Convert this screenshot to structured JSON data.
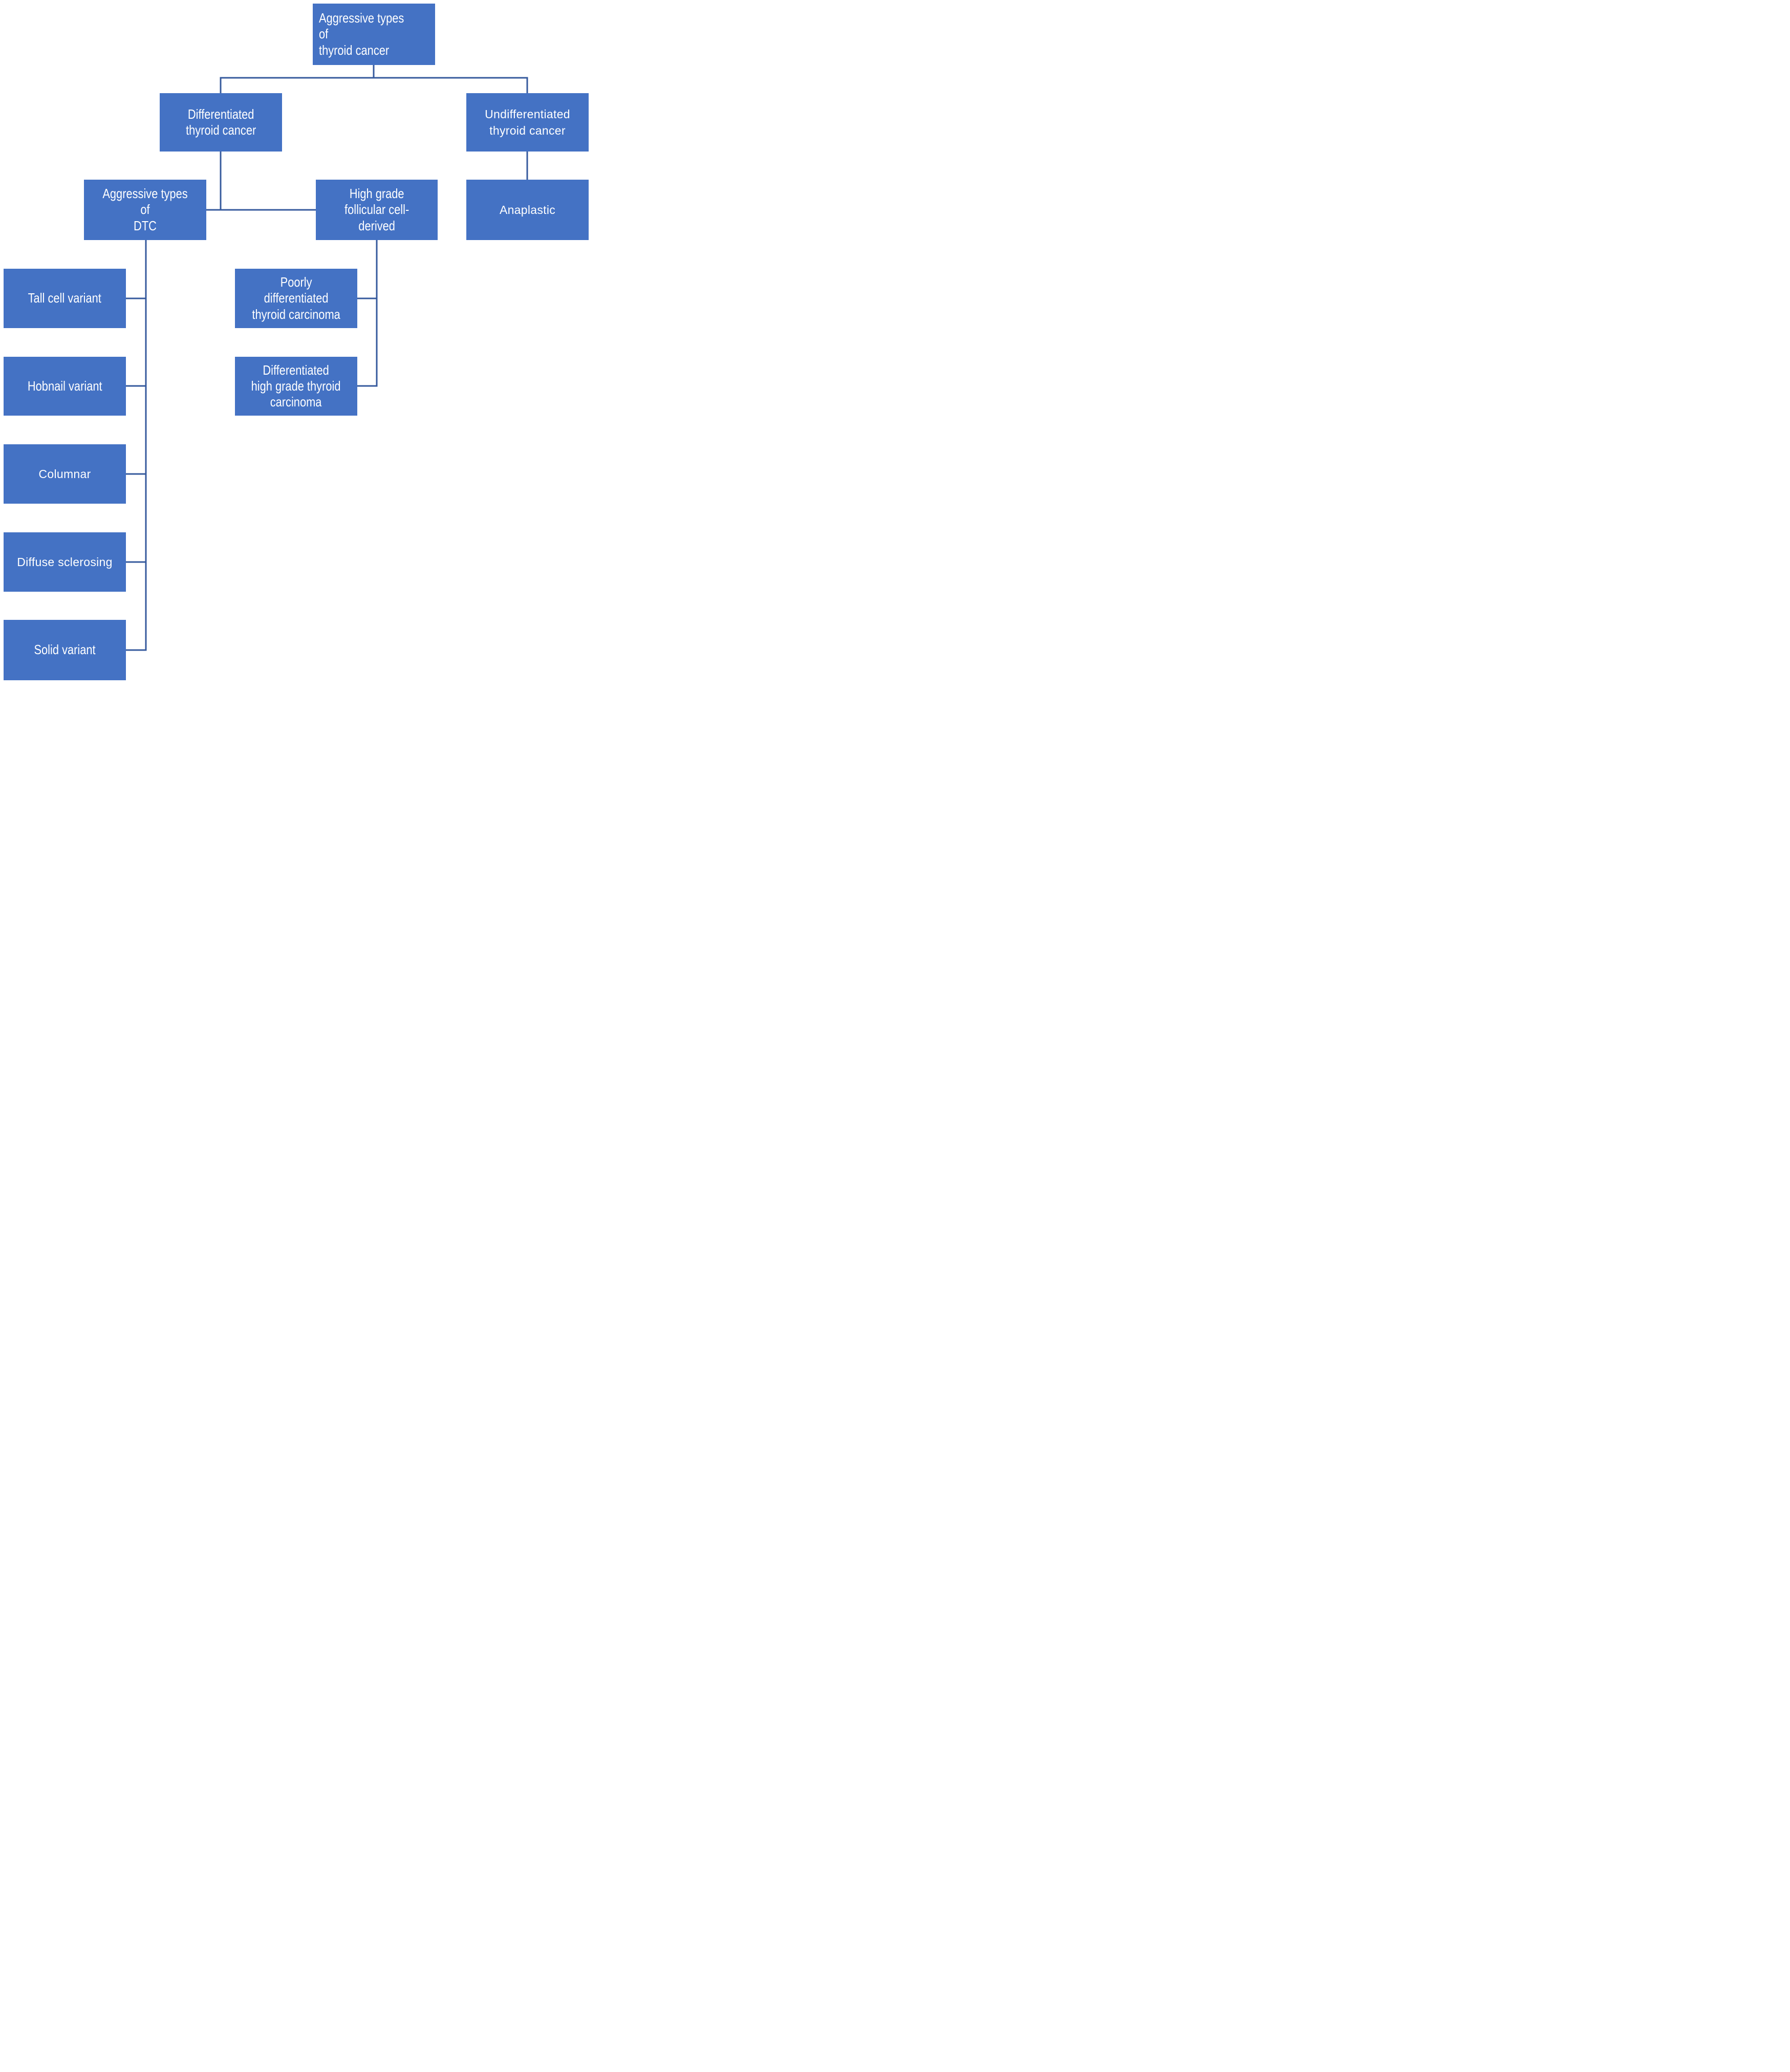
{
  "diagram": {
    "type": "flowchart",
    "background": "#FFFFFF",
    "node_fill": "#4472C4",
    "node_text_color": "#FFFFFF",
    "connector_color": "#365A9D",
    "nodes": [
      {
        "id": "root",
        "label": "Aggressive types of\nthyroid cancer",
        "parent": null
      },
      {
        "id": "dtc",
        "label": "Differentiated\nthyroid cancer",
        "parent": "root"
      },
      {
        "id": "udtc",
        "label": "Undifferentiated\nthyroid cancer",
        "parent": "root"
      },
      {
        "id": "aggressive-dtc",
        "label": "Aggressive types of\nDTC",
        "parent": "dtc"
      },
      {
        "id": "high-grade-fcd",
        "label": "High grade\nfollicular cell-\nderived",
        "parent": "dtc"
      },
      {
        "id": "anaplastic",
        "label": "Anaplastic",
        "parent": "udtc"
      },
      {
        "id": "tall-cell",
        "label": "Tall cell variant",
        "parent": "aggressive-dtc"
      },
      {
        "id": "pdtc",
        "label": "Poorly\ndifferentiated\nthyroid carcinoma",
        "parent": "high-grade-fcd"
      },
      {
        "id": "hobnail",
        "label": "Hobnail variant",
        "parent": "aggressive-dtc"
      },
      {
        "id": "dhgtc",
        "label": "Differentiated\nhigh grade thyroid\ncarcinoma",
        "parent": "high-grade-fcd"
      },
      {
        "id": "columnar",
        "label": "Columnar",
        "parent": "aggressive-dtc"
      },
      {
        "id": "diffuse-sclerosing",
        "label": "Diffuse sclerosing",
        "parent": "aggressive-dtc"
      },
      {
        "id": "solid-variant",
        "label": "Solid variant",
        "parent": "aggressive-dtc"
      }
    ],
    "edges": [
      {
        "from": "root",
        "to": "dtc"
      },
      {
        "from": "root",
        "to": "udtc"
      },
      {
        "from": "dtc",
        "to": "aggressive-dtc"
      },
      {
        "from": "dtc",
        "to": "high-grade-fcd"
      },
      {
        "from": "udtc",
        "to": "anaplastic"
      },
      {
        "from": "aggressive-dtc",
        "to": "tall-cell"
      },
      {
        "from": "aggressive-dtc",
        "to": "hobnail"
      },
      {
        "from": "aggressive-dtc",
        "to": "columnar"
      },
      {
        "from": "aggressive-dtc",
        "to": "diffuse-sclerosing"
      },
      {
        "from": "aggressive-dtc",
        "to": "solid-variant"
      },
      {
        "from": "high-grade-fcd",
        "to": "pdtc"
      },
      {
        "from": "high-grade-fcd",
        "to": "dhgtc"
      }
    ]
  }
}
